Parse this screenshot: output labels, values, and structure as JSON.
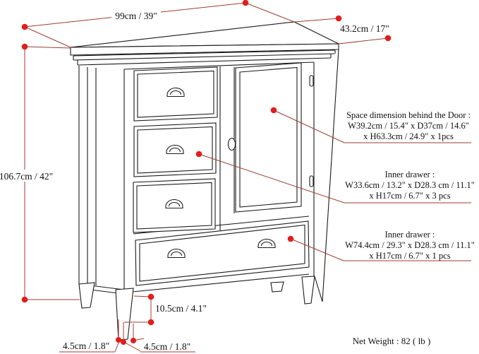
{
  "diagram": {
    "title_dimensions": {
      "top_width": "99cm / 39\"",
      "top_depth": "43.2cm / 17\"",
      "height": "106.7cm / 42\"",
      "leg_height": "10.5cm / 4.1\"",
      "leg_size_left": "4.5cm / 1.8\"",
      "leg_size_right": "4.5cm / 1.8\""
    },
    "annotations": {
      "door_space": {
        "line1": "Space dimension behind the Door :",
        "line2": "W39.2cm / 15.4\" x D37cm / 14.6\"",
        "line3": "x H63.3cm / 24.9\" x 1pcs"
      },
      "inner_drawer_small": {
        "line1": "Inner drawer :",
        "line2": "W33.6cm / 13.2\" x D28.3 cm / 11.1\"",
        "line3": "x H17cm / 6.7\" x 3 pcs"
      },
      "inner_drawer_large": {
        "line1": "Inner drawer :",
        "line2": "W74.4cm / 29.3\" x D28.3 cm / 11.1\"",
        "line3": "x H17cm / 6.7\" x 1 pcs"
      }
    },
    "net_weight": "Net Weight : 82 ( lb )",
    "colors": {
      "dimension_line": "#9e3d33",
      "dimension_dot": "#e21d1d",
      "line_art": "#1b1b1b",
      "background": "#ffffff"
    }
  }
}
